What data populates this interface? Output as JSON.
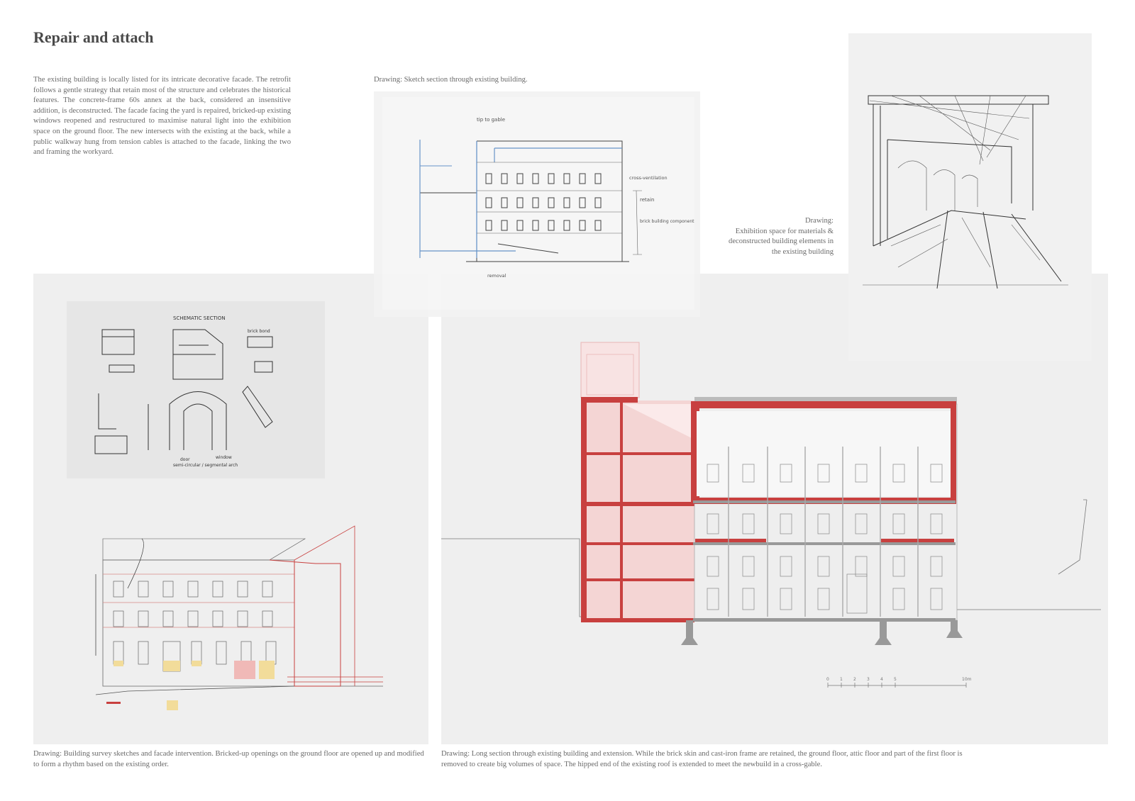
{
  "page": {
    "title": "Repair and attach",
    "intro": "The existing building is locally listed for its intricate decorative facade. The retrofit follows a gentle strategy that retain most of the structure and celebrates the historical features. The concrete-frame 60s annex at the back, considered an insensitive addition, is deconstructed. The facade facing the yard is repaired, bricked-up existing windows reopened and restructured to maximise natural light into the exhibition space on the ground floor. The new intersects with the existing at the back, while a public walkway hung from tension cables is attached to the facade, linking the two and framing the workyard."
  },
  "captions": {
    "sketch_section": "Drawing: Sketch section through existing building.",
    "exhibition": [
      "Drawing:",
      "Exhibition space for materials &",
      "deconstructed building elements in",
      "the existing building"
    ],
    "survey": "Drawing: Building survey sketches and facade intervention. Bricked-up openings on the ground floor are opened up and modified to form a rhythm based on the existing order.",
    "long_section": "Drawing: Long section through existing building and extension. While the brick skin and cast-iron frame are retained, the ground floor, attic floor and part of the first floor is removed to create big volumes of space. The hipped end of the existing roof is extended to meet the newbuild in a cross-gable."
  },
  "sketch_annotations": {
    "top": "tip to gable",
    "cross": "cross-ventilation",
    "retain": "retain",
    "brick": "brick building component",
    "removal": "removal"
  },
  "survey_annotations": {
    "heading": "SCHEMATIC SECTION",
    "brick_bond": "brick bond",
    "door": "door",
    "window": "window",
    "arch": "semi-circular / segmental arch"
  },
  "scale_bar": [
    "0",
    "1",
    "2",
    "3",
    "4",
    "5",
    "10m"
  ],
  "colors": {
    "accent_red": "#c8403f",
    "pink_fill": "#f4d5d4",
    "yellow_fill": "#f2dc9a"
  }
}
